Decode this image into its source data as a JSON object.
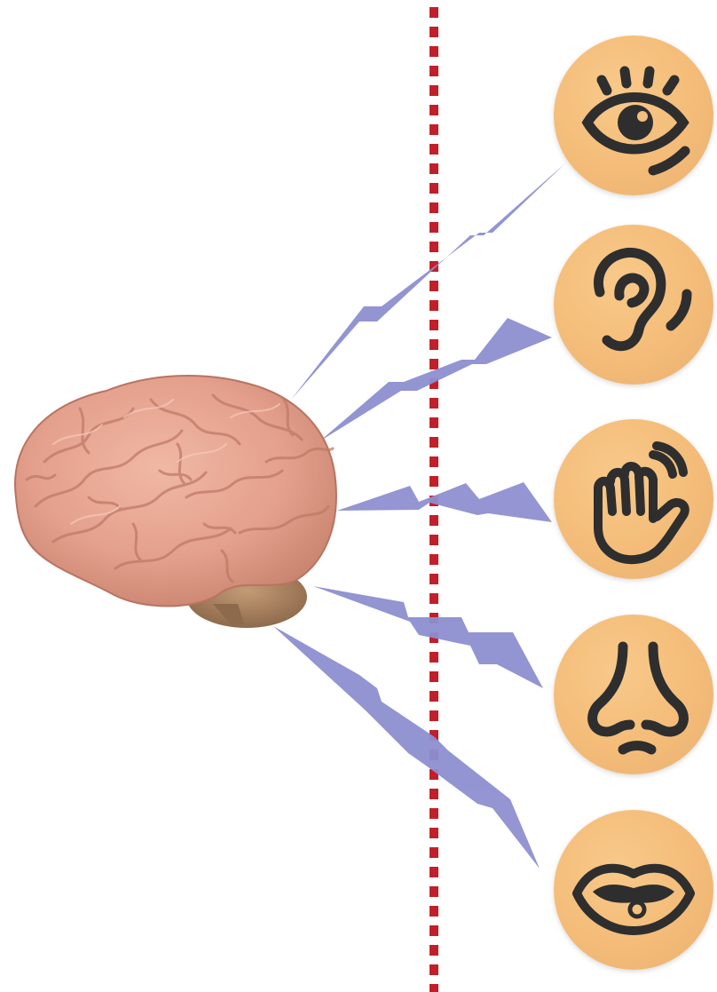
{
  "colors": {
    "background": "#ffffff",
    "divider": "#c0202a",
    "signal": "#8e8fd0",
    "icon_fill": "#f5be7c",
    "icon_stroke": "#2e2e2e",
    "brain_base": "#e8a896",
    "brain_shadow": "#c9806f",
    "cerebellum": "#b48a66"
  },
  "icons": [
    {
      "id": "eye",
      "icon": "eye-icon"
    },
    {
      "id": "ear",
      "icon": "ear-icon"
    },
    {
      "id": "hand",
      "icon": "hand-icon"
    },
    {
      "id": "nose",
      "icon": "nose-icon"
    },
    {
      "id": "mouth",
      "icon": "mouth-icon"
    }
  ]
}
